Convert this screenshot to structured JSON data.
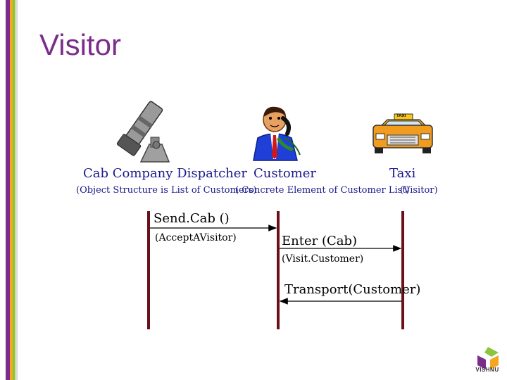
{
  "slide": {
    "title": "Visitor",
    "stripe_colors": [
      "#7b2d8b",
      "#f5a623",
      "#8cc63f",
      "#d9d9d9"
    ]
  },
  "actors": [
    {
      "name": "Cab Company Dispatcher",
      "role": "(Object Structure is List of Customers)",
      "icon": "telescope-icon"
    },
    {
      "name": "Customer",
      "role": "( Concrete Element of Customer List)",
      "icon": "customer-on-phone-icon"
    },
    {
      "name": "Taxi",
      "role": "(Visitor)",
      "icon": "taxi-icon",
      "roof_sign": "TAXI"
    }
  ],
  "messages": [
    {
      "label": "Send.Cab ()",
      "sub": "(AcceptAVisitor)",
      "from": "Cab Company Dispatcher",
      "to": "Customer"
    },
    {
      "label": "Enter (Cab)",
      "sub": "(Visit.Customer)",
      "from": "Customer",
      "to": "Taxi"
    },
    {
      "label": "Transport(Customer)",
      "sub": "",
      "from": "Taxi",
      "to": "Customer"
    }
  ],
  "logo": {
    "text": "VISHNU",
    "colors": [
      "#8cc63f",
      "#7b2d8b",
      "#f5a623"
    ]
  }
}
